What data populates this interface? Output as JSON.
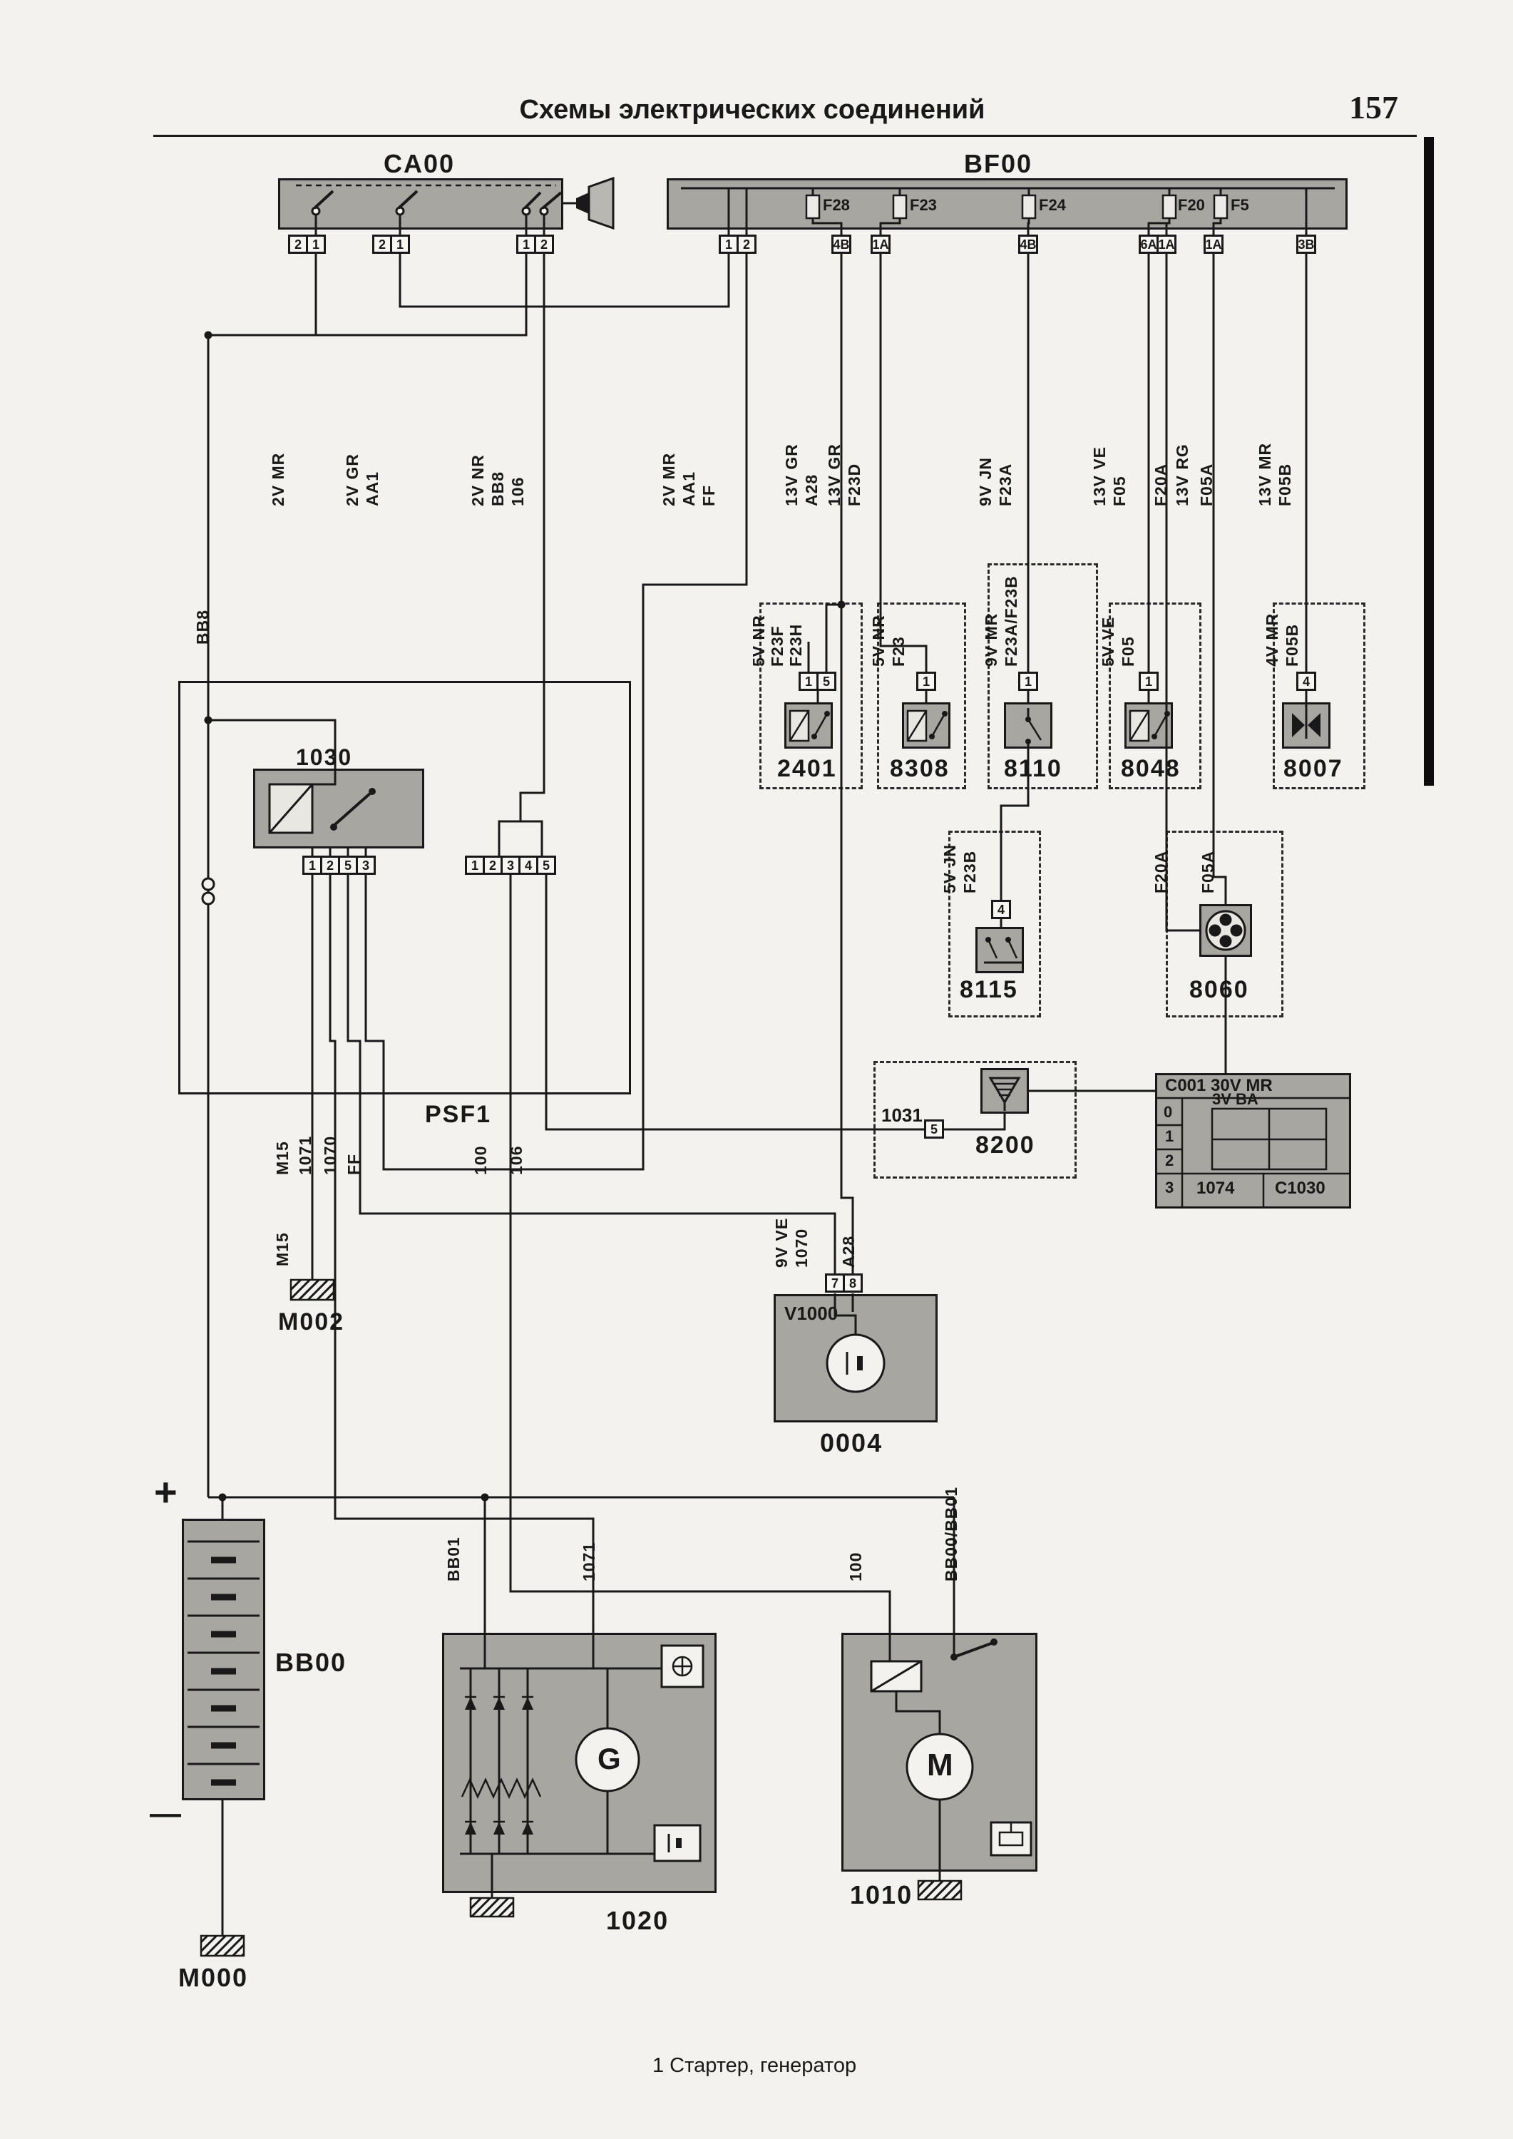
{
  "page": {
    "title": "Схемы электрических соединений",
    "page_number": "157",
    "caption": "1 Стартер, генератор"
  },
  "blocks": {
    "ca00": {
      "name": "CA00",
      "pins": [
        "2",
        "1",
        "2",
        "1",
        "1",
        "2"
      ]
    },
    "bf00": {
      "name": "BF00",
      "fuses": [
        "F28",
        "F23",
        "F24",
        "F20",
        "F5"
      ],
      "pins": [
        "1",
        "2",
        "4B",
        "1A",
        "4B",
        "6A",
        "1A",
        "1A",
        "3B"
      ]
    }
  },
  "wire_labels": {
    "w_2v_mr": "2V MR",
    "w_2v_gr": "2V GR",
    "w_aa1": "AA1",
    "w_2v_nr": "2V NR",
    "w_bb8": "BB8",
    "w_106": "106",
    "left_bb8": "BB8",
    "b1_2v_mr": "2V MR",
    "b1_aa1": "AA1",
    "b1_ff": "FF",
    "b2_13v_gr": "13V GR",
    "b2_a28": "A28",
    "b3_13v_gr": "13V GR",
    "b3_f23d": "F23D",
    "b4_9v_jn": "9V JN",
    "b4_f23a": "F23A",
    "b5_13v_ve": "13V VE",
    "b5_f05": "F05",
    "b5_f20a": "F20A",
    "b6_13v_rg": "13V RG",
    "b6_f05a": "F05A",
    "b7_13v_mr": "13V MR",
    "b7_f05b": "F05B"
  },
  "cards": {
    "c2401": {
      "name": "2401",
      "wires": [
        "5V NR",
        "F23F",
        "F23H"
      ],
      "pins": [
        "1",
        "5"
      ]
    },
    "c8308": {
      "name": "8308",
      "wires": [
        "5V NR",
        "F23"
      ],
      "pins": [
        "1"
      ]
    },
    "c8110": {
      "name": "8110",
      "wires": [
        "9V MR",
        "F23A/F23B"
      ],
      "pins": [
        "1"
      ]
    },
    "c8048": {
      "name": "8048",
      "wires": [
        "5V VE",
        "F05"
      ],
      "pins": [
        "1"
      ]
    },
    "c8007": {
      "name": "8007",
      "wires": [
        "4V MR",
        "F05B"
      ],
      "pins": [
        "4"
      ]
    },
    "c8115": {
      "name": "8115",
      "wires": [
        "5V JN",
        "F23B"
      ],
      "pins": [
        "4"
      ]
    },
    "c8060": {
      "name": "8060",
      "wires": [
        "F20A",
        "F05A"
      ]
    },
    "c8200": {
      "name": "8200",
      "ref": "1031",
      "pin": "5"
    }
  },
  "c001": {
    "header": "C001 30V MR",
    "row0": "0",
    "row1": "1",
    "row2": "2",
    "row3": "3",
    "volt": "3V BA",
    "code1": "1074",
    "code2": "C1030"
  },
  "psf1": {
    "name": "PSF1",
    "relay_name": "1030",
    "relay_pins": [
      "1",
      "2",
      "5",
      "3"
    ],
    "connector_pins": [
      "1",
      "2",
      "3",
      "4",
      "5"
    ],
    "below": [
      "M15",
      "1071",
      "1070",
      "FF",
      "100",
      "106"
    ],
    "m15_lower": "M15"
  },
  "grounds": {
    "m002": "M002",
    "m000": "M000"
  },
  "v1000": {
    "label": "V1000",
    "name": "0004",
    "pins": [
      "7",
      "8"
    ],
    "wires": [
      "9V VE",
      "1070",
      "A28"
    ]
  },
  "battery": {
    "name": "BB00",
    "plus": "+",
    "minus": "—"
  },
  "alternator": {
    "name": "1020",
    "symbol": "G"
  },
  "starter": {
    "name": "1010",
    "symbol": "M"
  },
  "bottom_wires": {
    "bb01": "BB01",
    "w1071": "1071",
    "w100": "100",
    "bb00bb01": "BB00/BB01"
  }
}
